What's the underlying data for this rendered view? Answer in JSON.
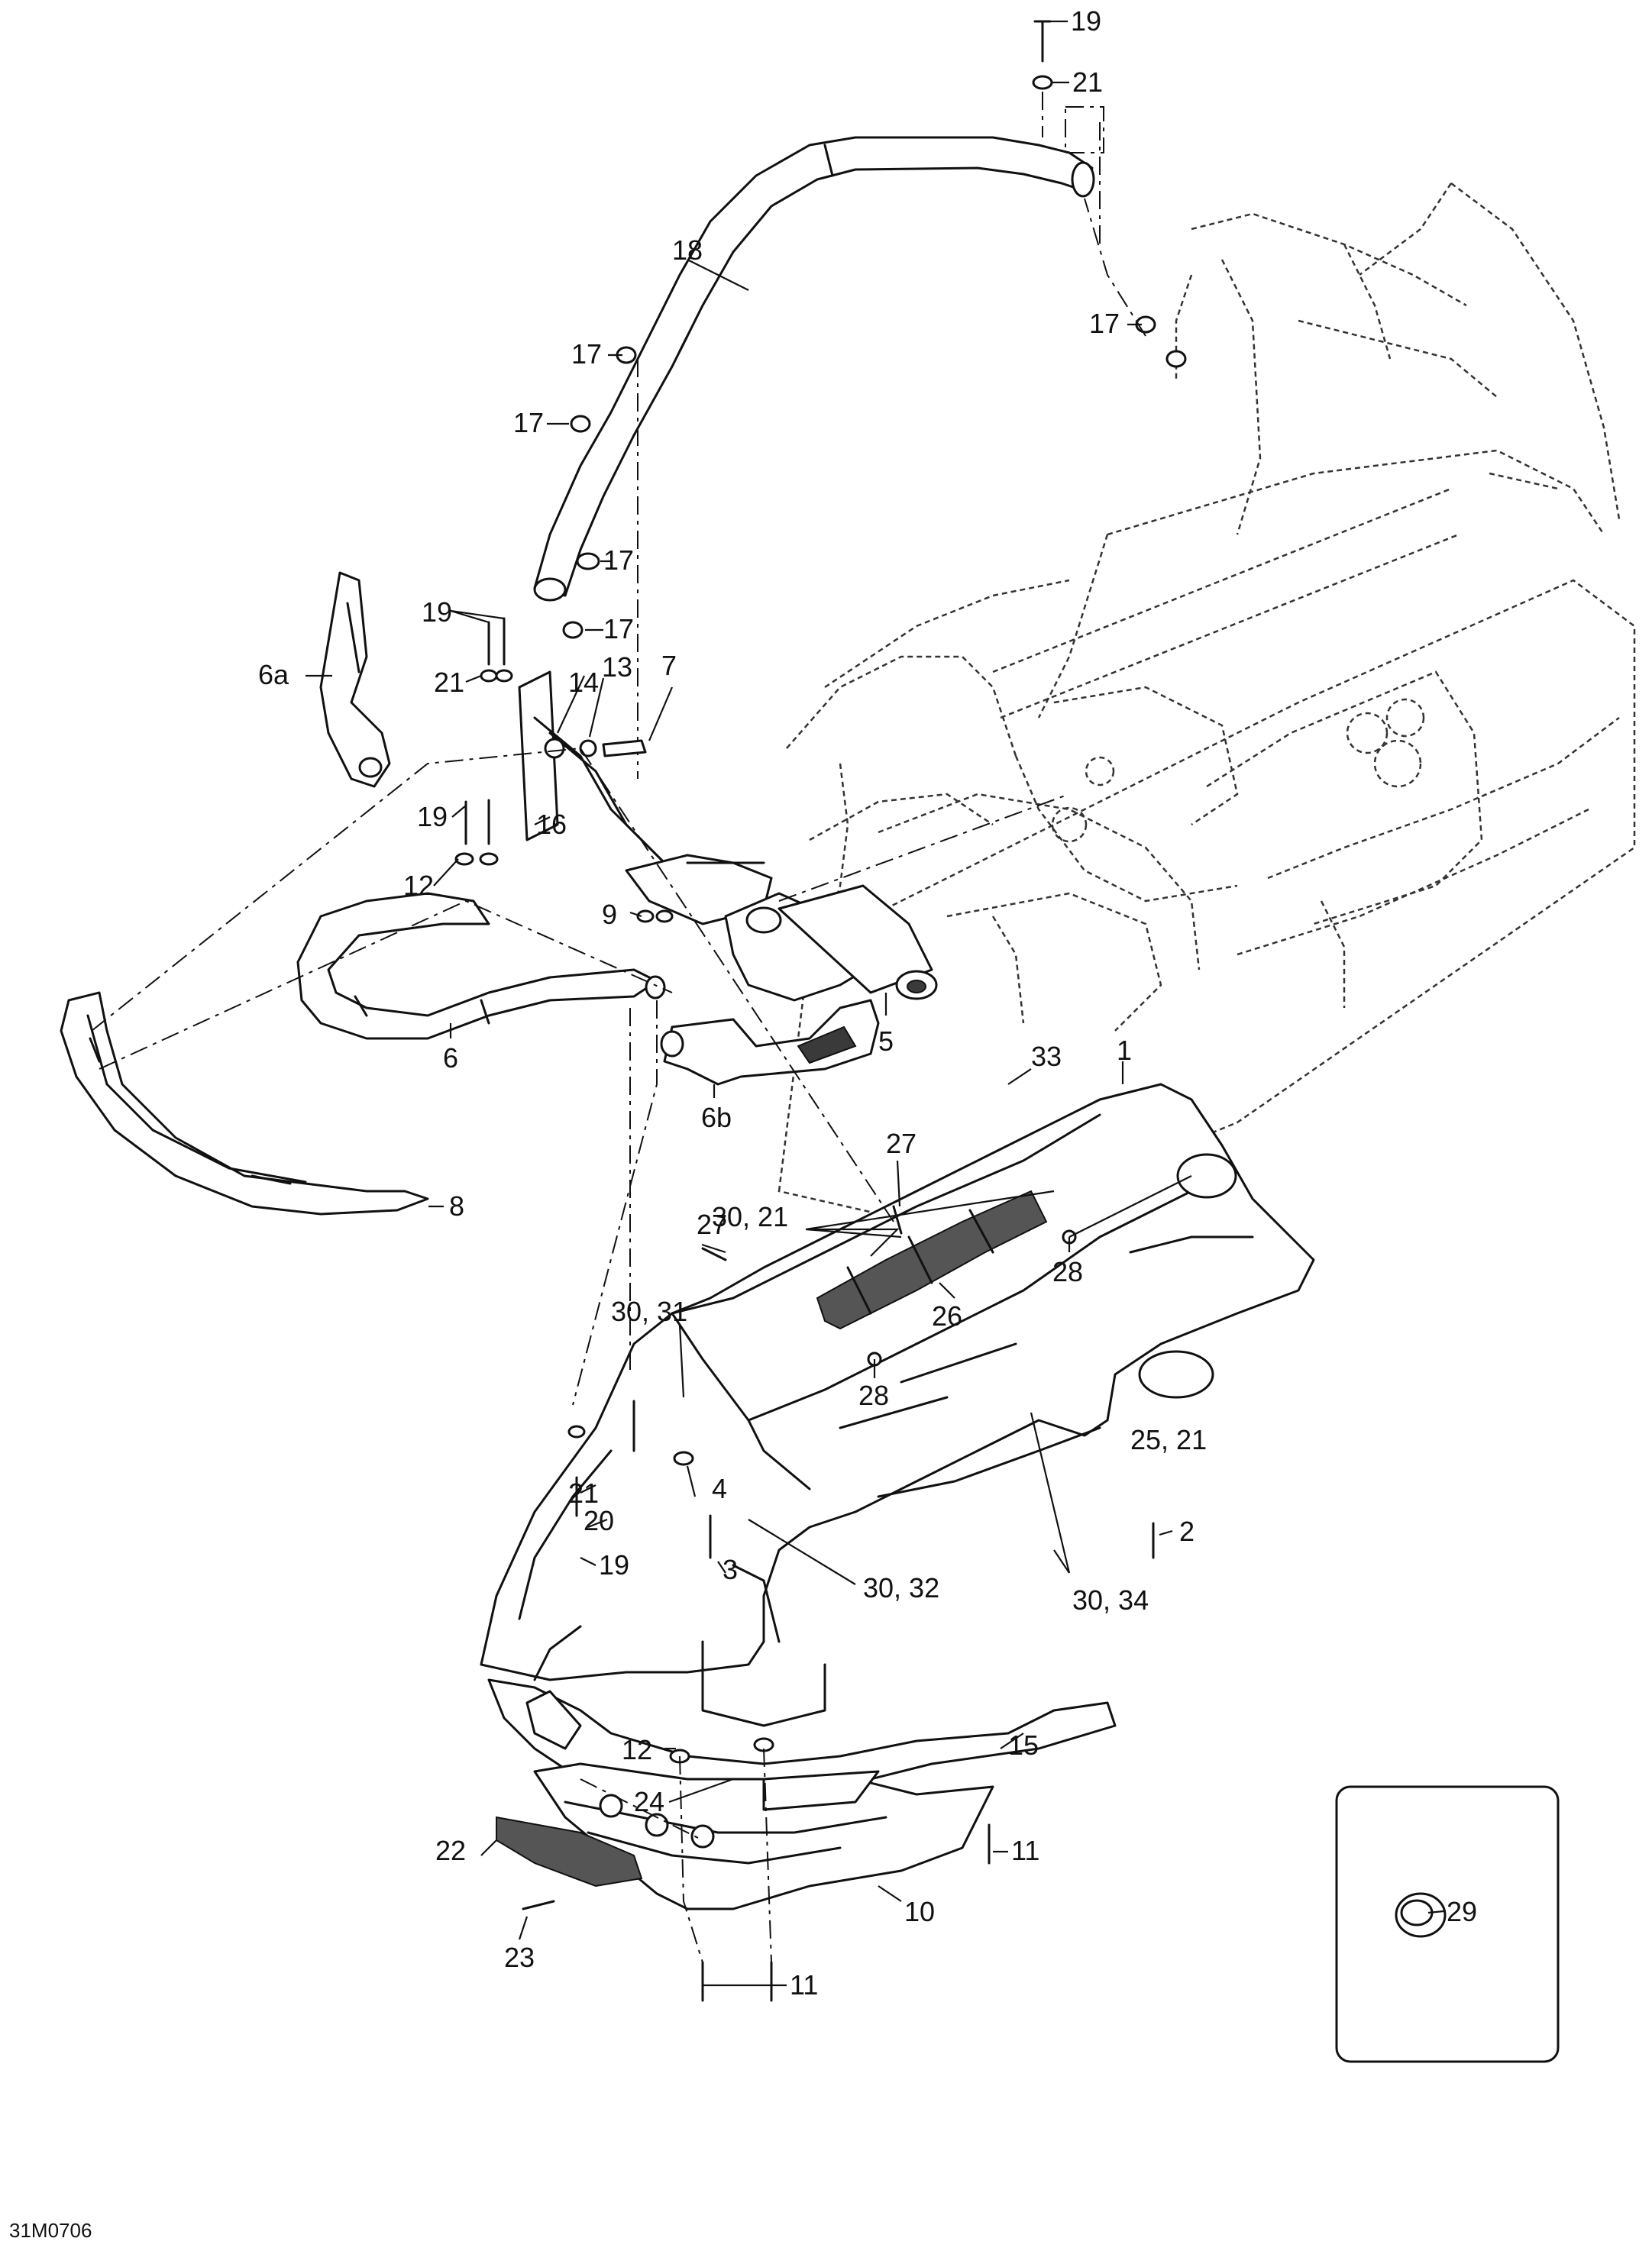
{
  "drawing_code": "31M0706",
  "callouts": [
    {
      "id": "c19a",
      "text": "19"
    },
    {
      "id": "c21a",
      "text": "21"
    },
    {
      "id": "c18",
      "text": "18"
    },
    {
      "id": "c17a",
      "text": "17"
    },
    {
      "id": "c17b",
      "text": "17"
    },
    {
      "id": "c17c",
      "text": "17"
    },
    {
      "id": "c17d",
      "text": "17"
    },
    {
      "id": "c17e",
      "text": "17"
    },
    {
      "id": "c19b",
      "text": "19"
    },
    {
      "id": "c6a",
      "text": "6a"
    },
    {
      "id": "c21b",
      "text": "21"
    },
    {
      "id": "c14",
      "text": "14"
    },
    {
      "id": "c13",
      "text": "13"
    },
    {
      "id": "c7",
      "text": "7"
    },
    {
      "id": "c19c",
      "text": "19"
    },
    {
      "id": "c16",
      "text": "16"
    },
    {
      "id": "c12a",
      "text": "12"
    },
    {
      "id": "c9",
      "text": "9"
    },
    {
      "id": "c6",
      "text": "6"
    },
    {
      "id": "c5",
      "text": "5"
    },
    {
      "id": "c6b",
      "text": "6b"
    },
    {
      "id": "c33",
      "text": "33"
    },
    {
      "id": "c1",
      "text": "1"
    },
    {
      "id": "c27a",
      "text": "27"
    },
    {
      "id": "c8",
      "text": "8"
    },
    {
      "id": "c3021",
      "text": "30, 21"
    },
    {
      "id": "c27b",
      "text": "27"
    },
    {
      "id": "c28a",
      "text": "28"
    },
    {
      "id": "c3031",
      "text": "30, 31"
    },
    {
      "id": "c26",
      "text": "26"
    },
    {
      "id": "c28b",
      "text": "28"
    },
    {
      "id": "c2521",
      "text": "25, 21"
    },
    {
      "id": "c4",
      "text": "4"
    },
    {
      "id": "c21c",
      "text": "21"
    },
    {
      "id": "c20",
      "text": "20"
    },
    {
      "id": "c19d",
      "text": "19"
    },
    {
      "id": "c2",
      "text": "2"
    },
    {
      "id": "c3032",
      "text": "30, 32"
    },
    {
      "id": "c3034",
      "text": "30, 34"
    },
    {
      "id": "c3",
      "text": "3"
    },
    {
      "id": "c15",
      "text": "15"
    },
    {
      "id": "c12b",
      "text": "12"
    },
    {
      "id": "c24",
      "text": "24"
    },
    {
      "id": "c22",
      "text": "22"
    },
    {
      "id": "c11a",
      "text": "11"
    },
    {
      "id": "c29",
      "text": "29"
    },
    {
      "id": "c23",
      "text": "23"
    },
    {
      "id": "c10",
      "text": "10"
    },
    {
      "id": "c11b",
      "text": "11"
    }
  ]
}
